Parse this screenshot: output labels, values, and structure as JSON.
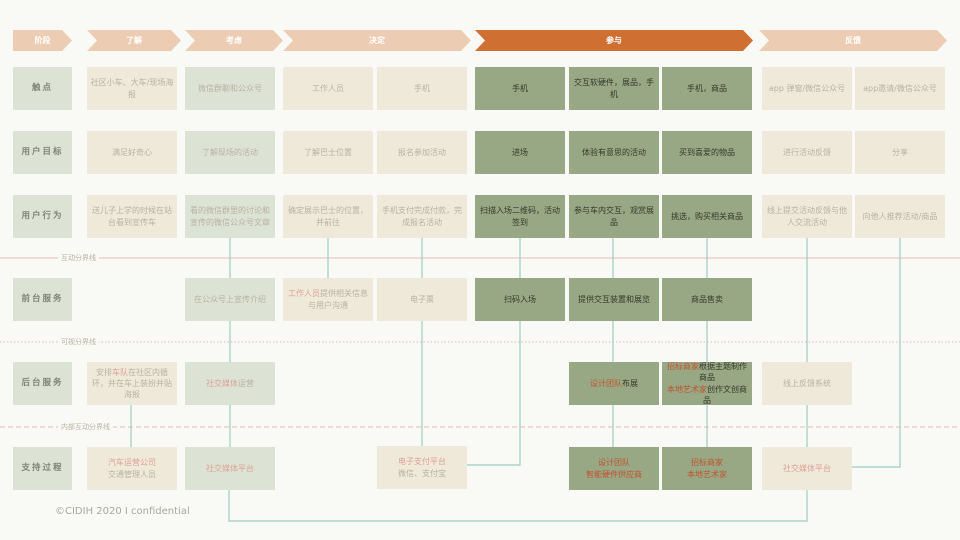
{
  "stages": {
    "label": "阶段",
    "items": [
      "了解",
      "考虑",
      "决定",
      "参与",
      "反馈"
    ]
  },
  "row_labels": [
    "触点",
    "用户目标",
    "用户行为",
    "前台服务",
    "后台服务",
    "支持过程"
  ],
  "touchpoints": [
    "社区小车、大车/现场海报",
    "微信群聊和公众号",
    "工作人员",
    "手机",
    "手机",
    "交互软硬件，展品，手机",
    "手机，商品",
    "app 弹窗/微信公众号",
    "app邀请/微信公众号"
  ],
  "goals": [
    "满足好奇心",
    "了解现场的活动",
    "了解巴士位置",
    "报名参加活动",
    "进场",
    "体验有意思的活动",
    "买到喜爱的物品",
    "进行活动反馈",
    "分享"
  ],
  "actions": [
    "送儿子上学的时候在站台看到宣传车",
    "看的微信群里的讨论和宣传的微信公众号文章",
    "确定展示巴士的位置，并前往",
    "手机支付完成付款，完成报名活动",
    "扫描入场二维码，活动签到",
    "参与车内交互，观赏展品",
    "挑选，购买相关商品",
    "线上提交活动反馈与他人交流活动",
    "向他人推荐活动/商品"
  ],
  "front": {
    "c2": "在公众号上宣传介绍",
    "c3_red": "工作人员",
    "c3_rest": "提供相关信息与用户沟通",
    "c4": "电子票",
    "c5": "扫码入场",
    "c6": "提供交互装置和展览",
    "c7": "商品售卖"
  },
  "back": {
    "c1_a": "安排",
    "c1_red": "车队",
    "c1_b": "在社区内循环，并在车上装扮并贴海报",
    "c2_red": "社交媒体",
    "c2_rest": "运营",
    "c6_red": "设计团队",
    "c6_rest": "布展",
    "c7_red1": "招标商家",
    "c7_rest1": "根据主题制作商品",
    "c7_red2": "本地艺术家",
    "c7_rest2": "创作文创商品",
    "c8": "线上反馈系统"
  },
  "support": {
    "c1_red": "汽车运营公司",
    "c1_rest": "交通管理人员",
    "c2_red": "社交媒体平台",
    "c4_red": "电子支付平台",
    "c4_rest": "微信、支付宝",
    "c6_red1": "设计团队",
    "c6_red2": "智能硬件供应商",
    "c7_red1": "招标商家",
    "c7_red2": "本地艺术家",
    "c8_red": "社交媒体平台"
  },
  "lines": {
    "interaction": "互动分界线",
    "visibility": "可视分界线",
    "internal": "内部互动分界线"
  },
  "footer": "©CIDIH 2020 I confidential",
  "colors": {
    "accent": "#cf6f32",
    "stage": "#ecccb2",
    "active_box": "#98a884",
    "connector": "#9fcbc3"
  }
}
